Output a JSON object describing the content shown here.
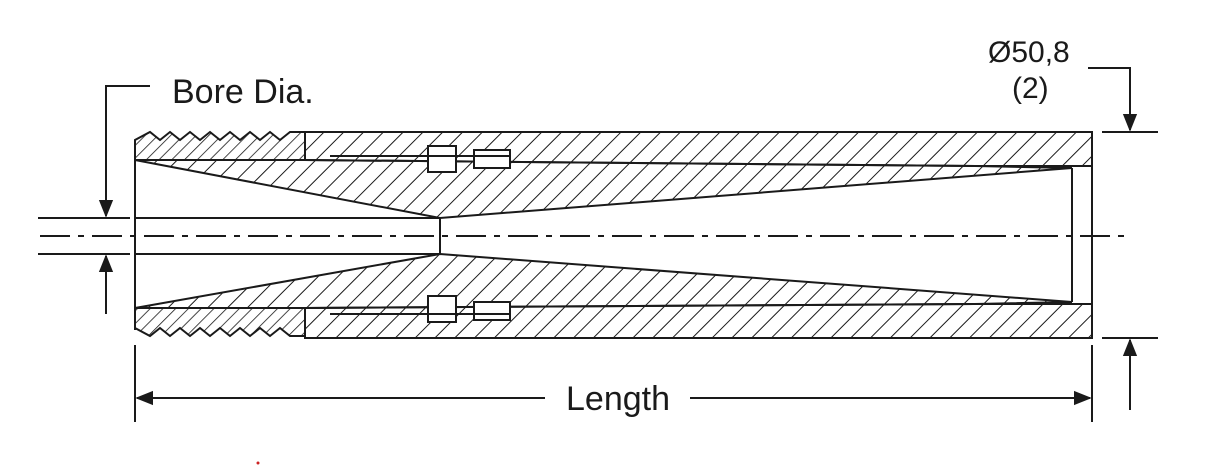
{
  "labels": {
    "bore_dia": "Bore Dia.",
    "diameter_metric": "Ø50,8",
    "diameter_imperial": "(2)",
    "length": "Length"
  },
  "colors": {
    "ink": "#1a1a1a",
    "background": "#ffffff",
    "marker": "#cc2222"
  }
}
